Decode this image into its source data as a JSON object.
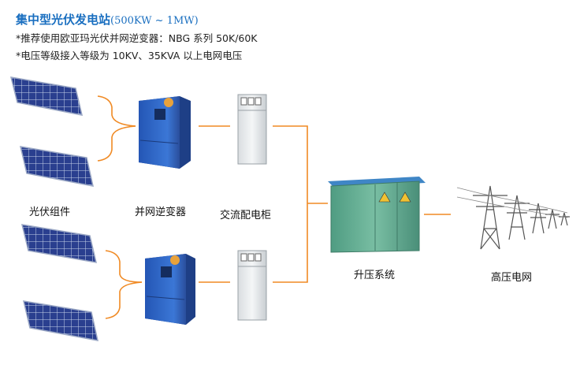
{
  "header": {
    "title": "集中型光伏发电站",
    "range": "(500KW ~ 1MW)",
    "note1": "*推荐使用欧亚玛光伏并网逆变器：NBG 系列  50K/60K",
    "note2": "*电压等级接入等级为 10KV、35KVA 以上电网电压"
  },
  "labels": {
    "pv": "光伏组件",
    "inverter": "并网逆变器",
    "ac_cabinet": "交流配电柜",
    "boost": "升压系统",
    "grid": "高压电网"
  },
  "colors": {
    "title": "#1a6fc0",
    "connector": "#f08a24",
    "panel": "#2a3f8f",
    "inverter": "#2f62c4",
    "substation": "#5aa98e"
  }
}
